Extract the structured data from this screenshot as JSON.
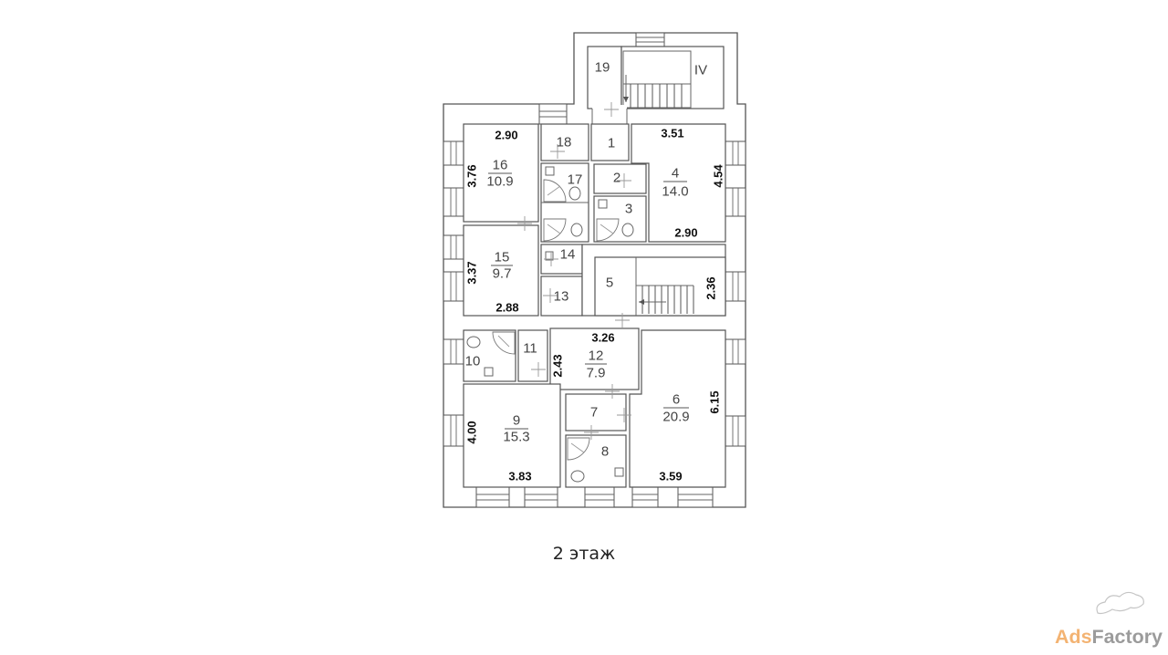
{
  "floor_label": "2 этаж",
  "stair_label": "IV",
  "rooms": {
    "r1": {
      "number": "1"
    },
    "r2": {
      "number": "2"
    },
    "r3": {
      "number": "3"
    },
    "r4": {
      "number": "4",
      "area": "14.0"
    },
    "r5": {
      "number": "5"
    },
    "r6": {
      "number": "6",
      "area": "20.9"
    },
    "r7": {
      "number": "7"
    },
    "r8": {
      "number": "8"
    },
    "r9": {
      "number": "9",
      "area": "15.3"
    },
    "r10": {
      "number": "10"
    },
    "r11": {
      "number": "11"
    },
    "r12": {
      "number": "12",
      "area": "7.9"
    },
    "r13": {
      "number": "13"
    },
    "r14": {
      "number": "14"
    },
    "r15": {
      "number": "15",
      "area": "9.7"
    },
    "r16": {
      "number": "16",
      "area": "10.9"
    },
    "r17": {
      "number": "17"
    },
    "r18": {
      "number": "18"
    },
    "r19": {
      "number": "19"
    }
  },
  "dimensions": {
    "r16_top": "2.90",
    "r16_left": "3.76",
    "r15_left": "3.37",
    "r15_bottom": "2.88",
    "r4_top": "3.51",
    "r4_right": "4.54",
    "r4_bottom": "2.90",
    "r5_right": "2.36",
    "r12_top": "3.26",
    "r12_left": "2.43",
    "r9_left": "4.00",
    "r9_bottom": "3.83",
    "r6_right": "6.15",
    "r6_bottom": "3.59"
  },
  "watermark": {
    "part1": "Ads",
    "part2": "Factory"
  },
  "colors": {
    "line": "#555555",
    "text": "#444444",
    "watermark_orange": "#f2a65a",
    "watermark_grey": "#8a8a8a"
  }
}
